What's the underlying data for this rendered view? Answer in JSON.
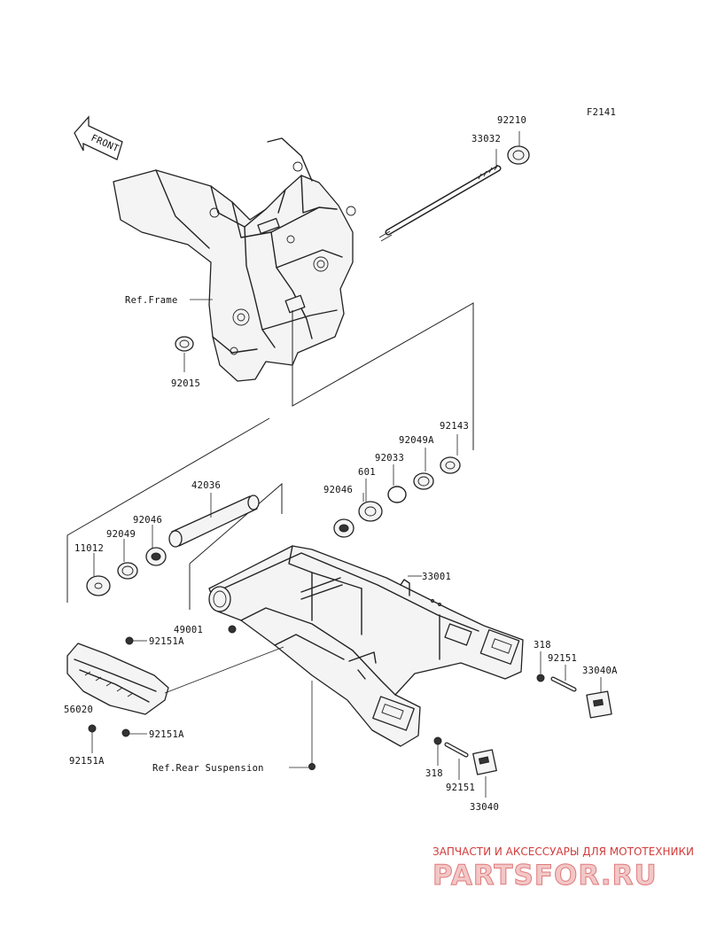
{
  "diagram_code": "F2141",
  "front_arrow_label": "FRONT",
  "references": {
    "frame": "Ref.Frame",
    "rear_suspension": "Ref.Rear Suspension"
  },
  "parts": {
    "p92210": "92210",
    "p33032": "33032",
    "p92015": "92015",
    "p92143": "92143",
    "p92049A": "92049A",
    "p92033": "92033",
    "p601": "601",
    "p92046_right": "92046",
    "p42036": "42036",
    "p92046_left": "92046",
    "p92049": "92049",
    "p11012": "11012",
    "p33001": "33001",
    "p49001": "49001",
    "p92151A_top": "92151A",
    "p56020": "56020",
    "p92151A_mid": "92151A",
    "p92151A_bottom": "92151A",
    "p318_upper": "318",
    "p92151_upper": "92151",
    "p33040A": "33040A",
    "p318_lower": "318",
    "p92151_lower": "92151",
    "p33040": "33040"
  },
  "watermark": {
    "tagline": "ЗАПЧАСТИ И АКСЕССУАРЫ ДЛЯ МОТОТЕХНИКИ",
    "brand": "PARTSFOR.RU"
  }
}
